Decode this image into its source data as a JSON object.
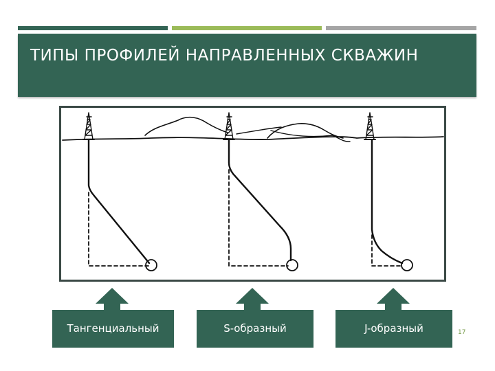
{
  "colors": {
    "bar_dark": "#336454",
    "bar_lime": "#9bbb59",
    "bar_gray": "#a5a5a5",
    "panel": "#336454",
    "text_light": "#ffffff",
    "page_number": "#7a9e4e"
  },
  "slide": {
    "title": "ТИПЫ ПРОФИЛЕЙ НАПРАВЛЕННЫХ СКВАЖИН",
    "page_number": "17"
  },
  "diagram": {
    "profiles": [
      {
        "label": "Тангенциальный"
      },
      {
        "label": "S-образный"
      },
      {
        "label": "J-образный"
      }
    ]
  }
}
